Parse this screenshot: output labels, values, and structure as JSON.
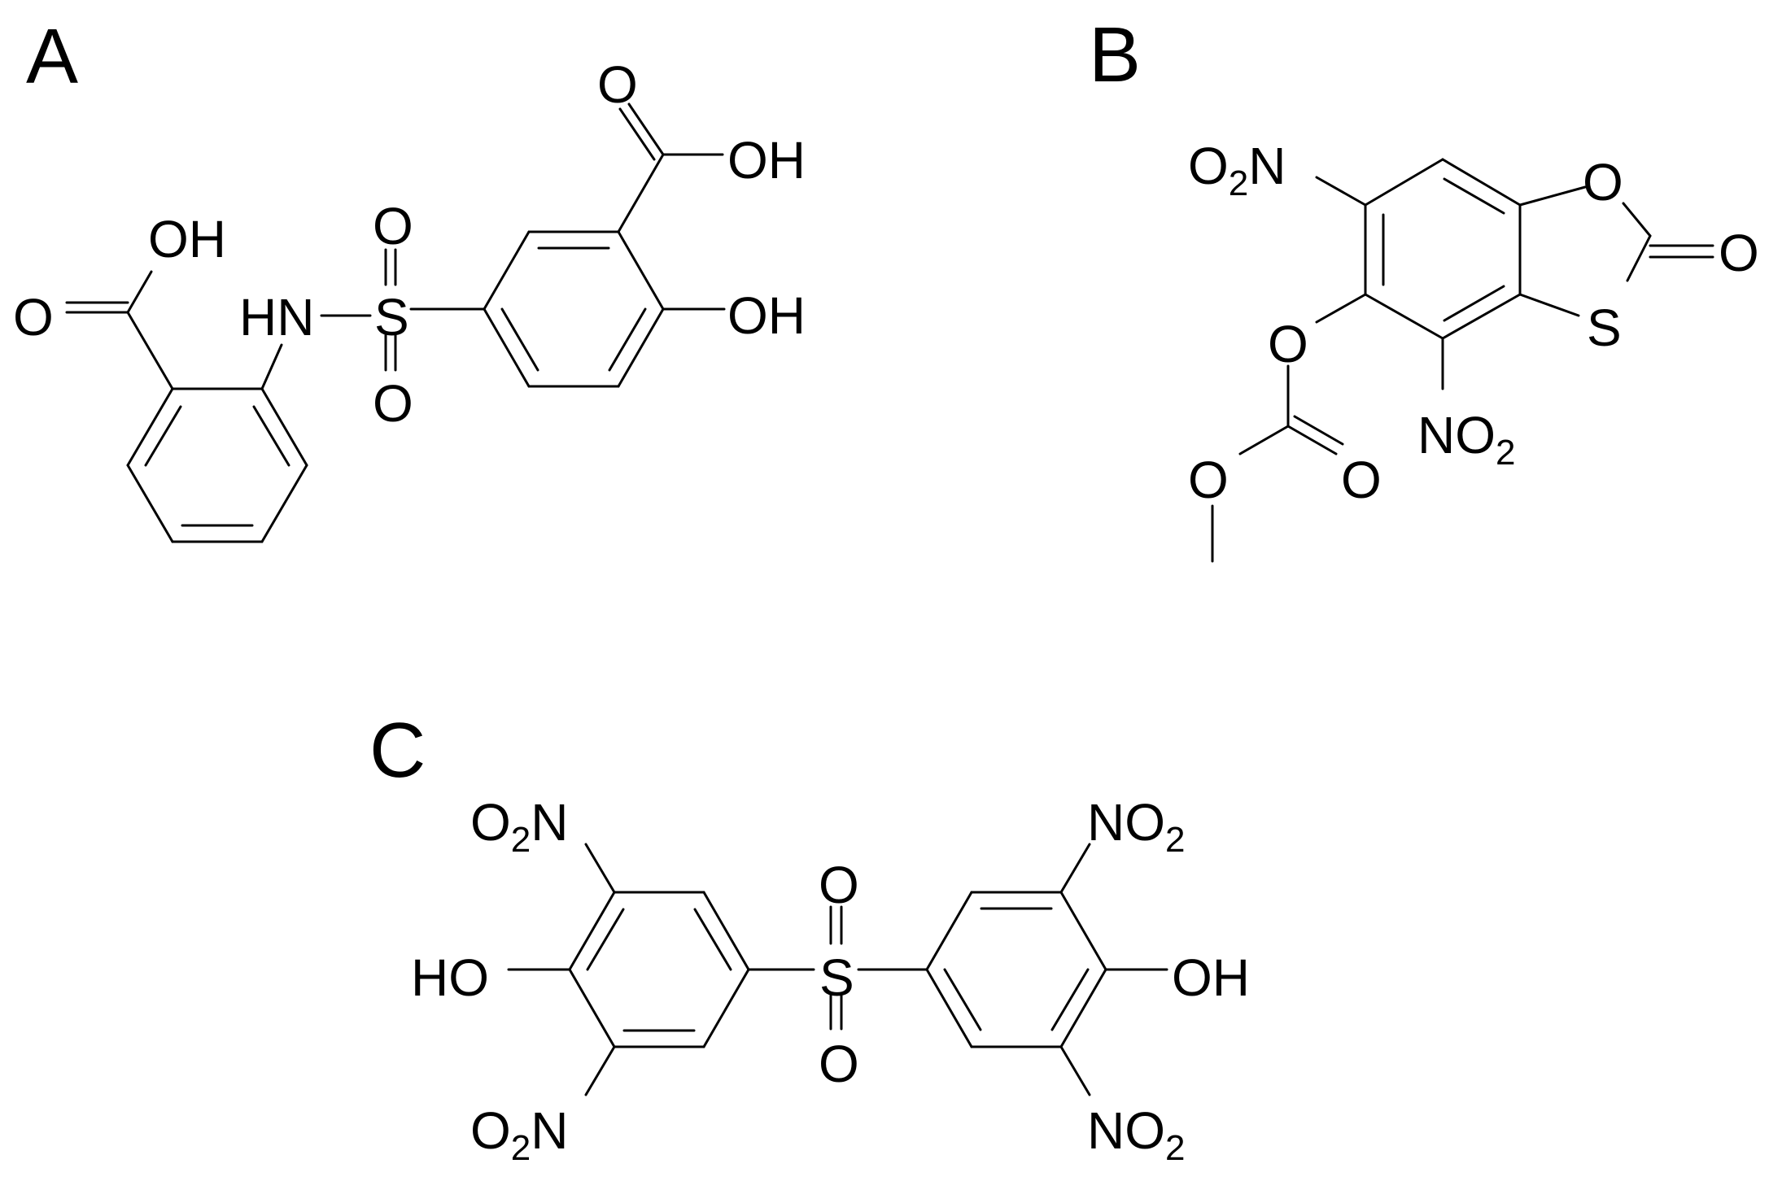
{
  "colors": {
    "ink": "#000000",
    "background": "#ffffff"
  },
  "panels": {
    "a": {
      "label": "A"
    },
    "b": {
      "label": "B"
    },
    "c": {
      "label": "C"
    }
  },
  "atoms": {
    "a": {
      "oh_top_left": "OH",
      "o_carbonyl_left": "O",
      "hn": "HN",
      "s": "S",
      "o_sulfonyl_top": "O",
      "o_sulfonyl_bottom": "O",
      "o_carbonyl_top": "O",
      "oh_acid_right": "OH",
      "oh_phenol": "OH"
    },
    "b": {
      "o2n": "O",
      "o2n_sub": "2",
      "o2n_n": "N",
      "o_ring": "O",
      "o_exo": "O",
      "s_ring": "S",
      "o_ester": "O",
      "o_carbonate": "O",
      "o_methoxy": "O",
      "no2_n": "NO",
      "no2_sub": "2"
    },
    "c": {
      "o2n_top_left": "O",
      "o2n_top_left_sub": "2",
      "o2n_top_left_n": "N",
      "ho_left": "HO",
      "o2n_bottom_left": "O",
      "o2n_bottom_left_sub": "2",
      "o2n_bottom_left_n": "N",
      "s": "S",
      "o_sulfonyl_top": "O",
      "o_sulfonyl_bottom": "O",
      "no2_top_right": "NO",
      "no2_top_right_sub": "2",
      "oh_right": "OH",
      "no2_bottom_right": "NO",
      "no2_bottom_right_sub": "2"
    }
  }
}
